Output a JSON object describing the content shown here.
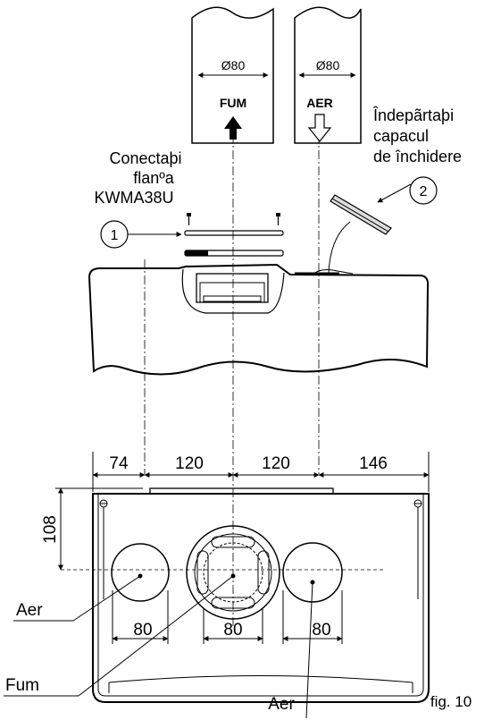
{
  "pipes": {
    "fum": {
      "diameter": "Ø80",
      "label": "FUM"
    },
    "aer": {
      "diameter": "Ø80",
      "label": "AER"
    }
  },
  "callouts": {
    "connect": {
      "line1": "Conectaþi",
      "line2": "flanºa",
      "line3": "KWMA38U",
      "number": "1"
    },
    "remove": {
      "line1": "Îndepãrtaþi",
      "line2": "capacul",
      "line3": "de închidere",
      "number": "2"
    }
  },
  "dimensions": {
    "top_row": [
      "74",
      "120",
      "120",
      "146"
    ],
    "height": "108",
    "diameters": [
      "80",
      "80",
      "80"
    ]
  },
  "outlets": {
    "aer_left": "Aer",
    "fum": "Fum",
    "aer_bottom": "Aer"
  },
  "figure": "fig. 10",
  "colors": {
    "line": "#000000",
    "background": "#ffffff",
    "fill_dark": "#000000"
  }
}
